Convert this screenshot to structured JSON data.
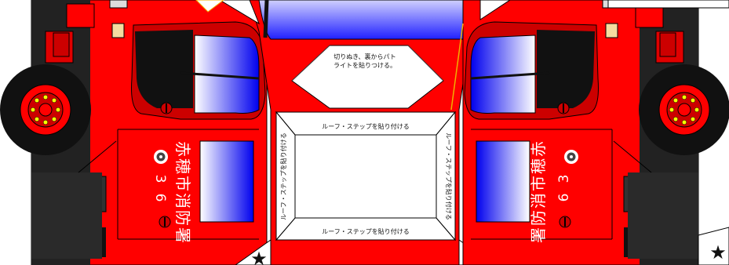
{
  "instructions": {
    "roof_note_line1": "切りぬき、裏からパト",
    "roof_note_line2": "ライトを貼りつける。",
    "roof_step_top": "ルーフ・ステップを貼り付ける",
    "roof_step_bottom": "ルーフ・ステップを貼り付ける",
    "roof_step_left": "ルーフ・ステップを貼り付ける",
    "roof_step_right": "ルーフ・ステップを貼り付ける"
  },
  "door_label": {
    "name_chars": [
      "赤",
      "穂",
      "市",
      "消",
      "防",
      "署"
    ],
    "unit_number_chars": [
      "3",
      "6"
    ],
    "emblem_icon": "fire-department-emblem-icon"
  },
  "marks": {
    "star_glyph": "★",
    "star_icon": "star-icon"
  },
  "colors": {
    "body_red": "#ff0000",
    "dark_red": "#cc0000",
    "window_blue": "#0000ee",
    "tire_black": "#111111",
    "hub_yellow": "#ffff00",
    "text_white": "#ffffff",
    "fold_line_yellow": "#f0b000"
  }
}
